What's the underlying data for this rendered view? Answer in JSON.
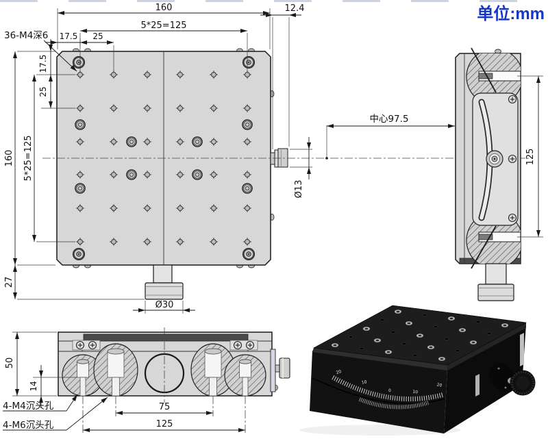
{
  "unit_label": "单位:mm",
  "top_view": {
    "width": "160",
    "hole_pitch_h": "5*25=125",
    "edge_offset_h": "17.5",
    "hole_spacing_h": "25",
    "knob_protrusion": "12.4",
    "height": "160",
    "hole_pitch_v": "5*25=125",
    "edge_offset_v": "17.5",
    "hole_spacing_v": "25",
    "foot_drop": "27",
    "foot_diameter": "Ø30",
    "knob_diameter": "Ø13",
    "thread_callout": "36-M4深6"
  },
  "side_view": {
    "center_offset": "中心97.5",
    "slot_pitch": "125"
  },
  "front_view": {
    "height": "50",
    "counterbore_height": "14",
    "inner_hole_pitch": "75",
    "outer_hole_pitch": "125",
    "callout_m4": "4-M4沉头孔",
    "callout_m6": "4-M6沉头孔"
  },
  "product_photo": {
    "scale_labels": [
      "20",
      "10",
      "0",
      "10",
      "20"
    ]
  },
  "colors": {
    "accent_blue": "#1638c8",
    "line": "#1a1a1a",
    "plate_gray": "#d7d7d7",
    "product_black": "#121212"
  }
}
